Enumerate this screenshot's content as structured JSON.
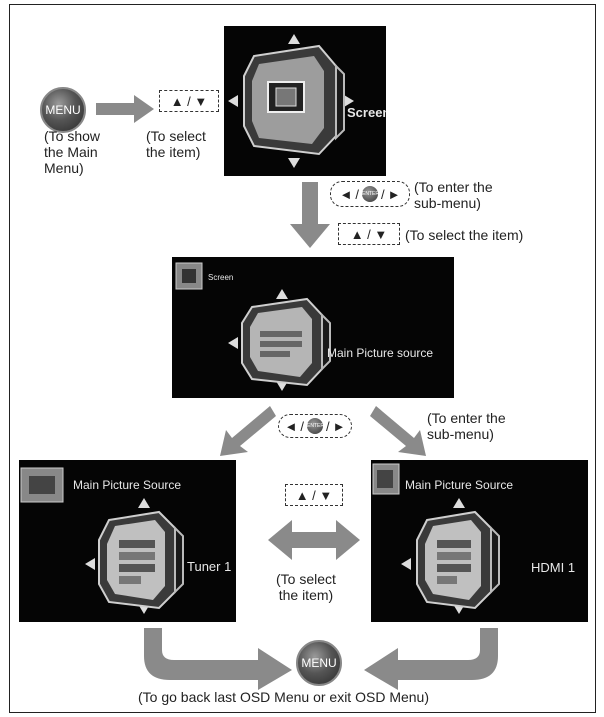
{
  "menu_button_label": "MENU",
  "steps": {
    "show_main_menu": "(To show\nthe Main\nMenu)",
    "select_item_1": "(To select\nthe item)",
    "enter_submenu_1": "(To enter the\nsub-menu)",
    "select_item_2": "(To select the item)",
    "enter_submenu_2": "(To enter the\nsub-menu)",
    "select_item_3": "(To select\nthe item)",
    "back_or_exit": "(To go back last OSD Menu or exit OSD Menu)"
  },
  "keys": {
    "up_down": "▲ / ▼",
    "enter_icon_label": "ENTER"
  },
  "screens": {
    "main_menu_label": "Screen",
    "submenu_header": "Screen",
    "submenu_label": "Main Picture source",
    "left_header": "Main Picture Source",
    "left_label": "Tuner 1",
    "right_header": "Main Picture Source",
    "right_label": "HDMI 1"
  },
  "colors": {
    "arrow_gray": "#8a8a8a",
    "screen_bg": "#050505"
  }
}
